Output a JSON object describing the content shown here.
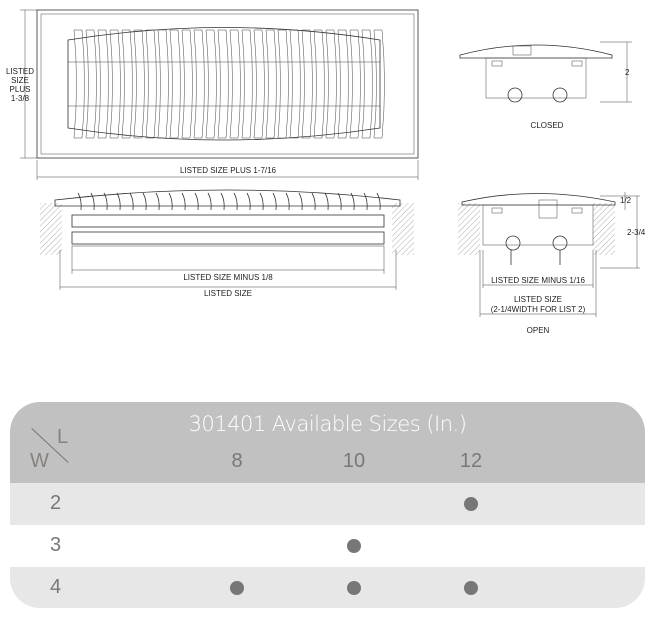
{
  "drawing": {
    "front_height_label": [
      "LISTED",
      "SIZE",
      "PLUS",
      "1-3/8"
    ],
    "front_width_label": "LISTED SIZE PLUS 1-7/16",
    "side_minus_label": "LISTED SIZE MINUS 1/8",
    "side_size_label": "LISTED SIZE",
    "closed_height_label": "2",
    "closed_caption": "CLOSED",
    "open_top_label": "1/2",
    "open_height_label": "2-3/4",
    "open_minus_label": "LISTED SIZE MINUS 1/16",
    "open_size_label": "LISTED SIZE",
    "open_size_note": "(2-1/4WIDTH FOR LIST 2)",
    "open_caption": "OPEN"
  },
  "table": {
    "title": "301401 Available Sizes (In.)",
    "corner_w": "W",
    "corner_l": "L",
    "columns": [
      "8",
      "10",
      "12"
    ],
    "rows": [
      {
        "width": "2",
        "available": [
          false,
          false,
          true
        ]
      },
      {
        "width": "3",
        "available": [
          false,
          true,
          false
        ]
      },
      {
        "width": "4",
        "available": [
          true,
          true,
          true
        ]
      }
    ],
    "colors": {
      "header": "#c0c1c0",
      "shade": "#e6e7e6",
      "dot": "#777777"
    }
  }
}
